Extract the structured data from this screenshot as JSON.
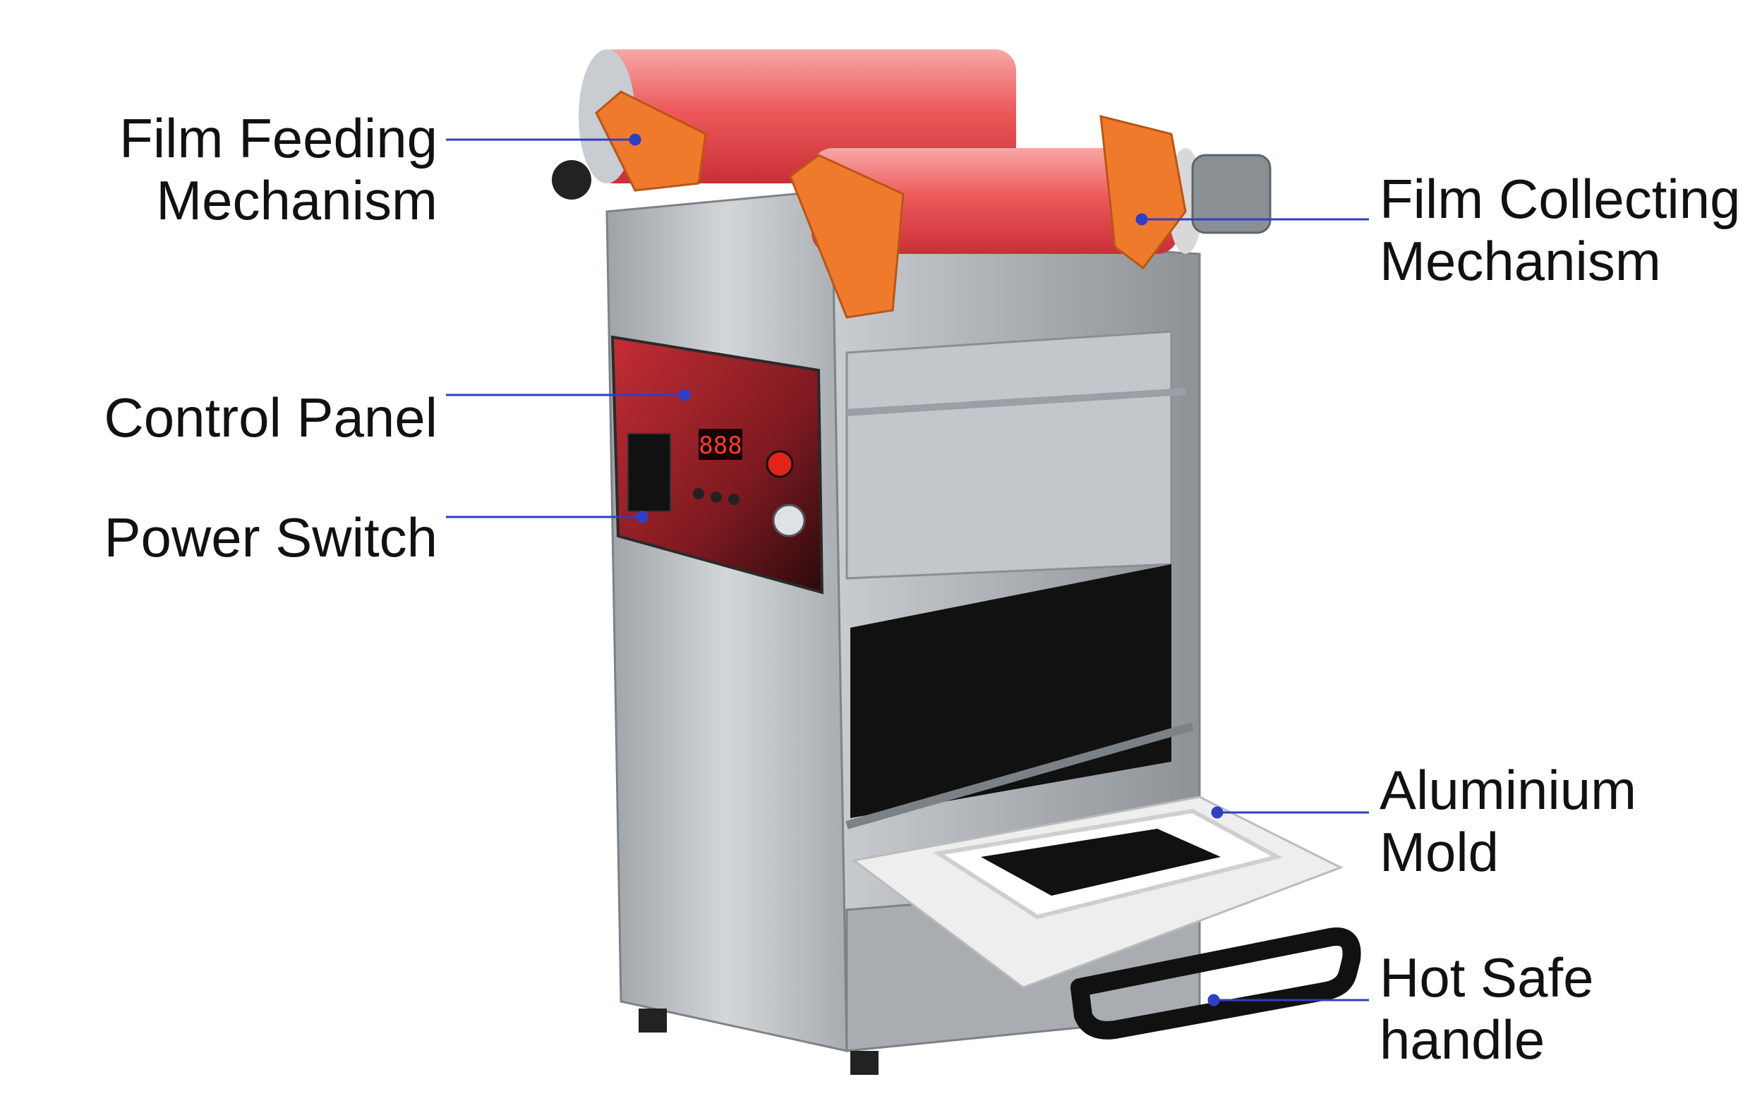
{
  "labels": {
    "film_feeding": [
      "Film Feeding",
      "Mechanism"
    ],
    "control_panel": [
      "Control Panel"
    ],
    "power_switch": [
      "Power Switch"
    ],
    "film_collecting": [
      "Film Collecting",
      "Mechanism"
    ],
    "aluminium_mold": [
      "Aluminium",
      "Mold"
    ],
    "hot_safe_handle": [
      "Hot Safe",
      "handle"
    ]
  },
  "panel": {
    "display": "888"
  },
  "colors": {
    "leader_line": "#2f3fc4",
    "text": "#111111",
    "film_red": "#e8434a",
    "roller_orange": "#f07a2c",
    "steel": "#b8bcc0",
    "panel_red": "#b0262e"
  }
}
